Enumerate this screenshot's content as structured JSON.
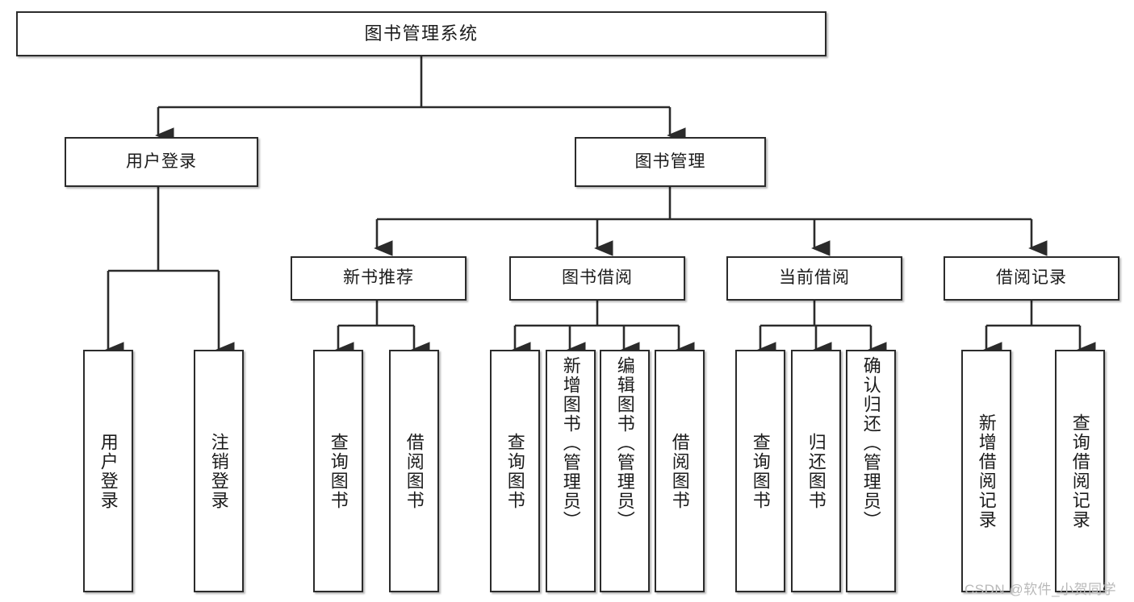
{
  "diagram": {
    "type": "tree",
    "title": "图书管理系统",
    "watermark": "CSDN @软件_小贺同学",
    "colors": {
      "box_border": "#2b2b2b",
      "box_fill": "#ffffff",
      "connector": "#2b2b2b",
      "text": "#1b1b1b",
      "watermark": "#b9b9b9"
    },
    "nodes": {
      "root": {
        "label": "图书管理系统"
      },
      "level1": [
        {
          "label": "用户登录"
        },
        {
          "label": "图书管理"
        }
      ],
      "level2": [
        {
          "label": "新书推荐"
        },
        {
          "label": "图书借阅"
        },
        {
          "label": "当前借阅"
        },
        {
          "label": "借阅记录"
        }
      ],
      "leaves": {
        "user_login": [
          {
            "label": "用户登录"
          },
          {
            "label": "注销登录"
          }
        ],
        "new_book": [
          {
            "label": "查询图书"
          },
          {
            "label": "借阅图书"
          }
        ],
        "book_borrow": [
          {
            "label": "查询图书"
          },
          {
            "label": "新增图书（管理员）"
          },
          {
            "label": "编辑图书（管理员）"
          },
          {
            "label": "借阅图书"
          }
        ],
        "current_borrow": [
          {
            "label": "查询图书"
          },
          {
            "label": "归还图书"
          },
          {
            "label": "确认归还（管理员）"
          }
        ],
        "borrow_record": [
          {
            "label": "新增借阅记录"
          },
          {
            "label": "查询借阅记录"
          }
        ]
      }
    }
  }
}
